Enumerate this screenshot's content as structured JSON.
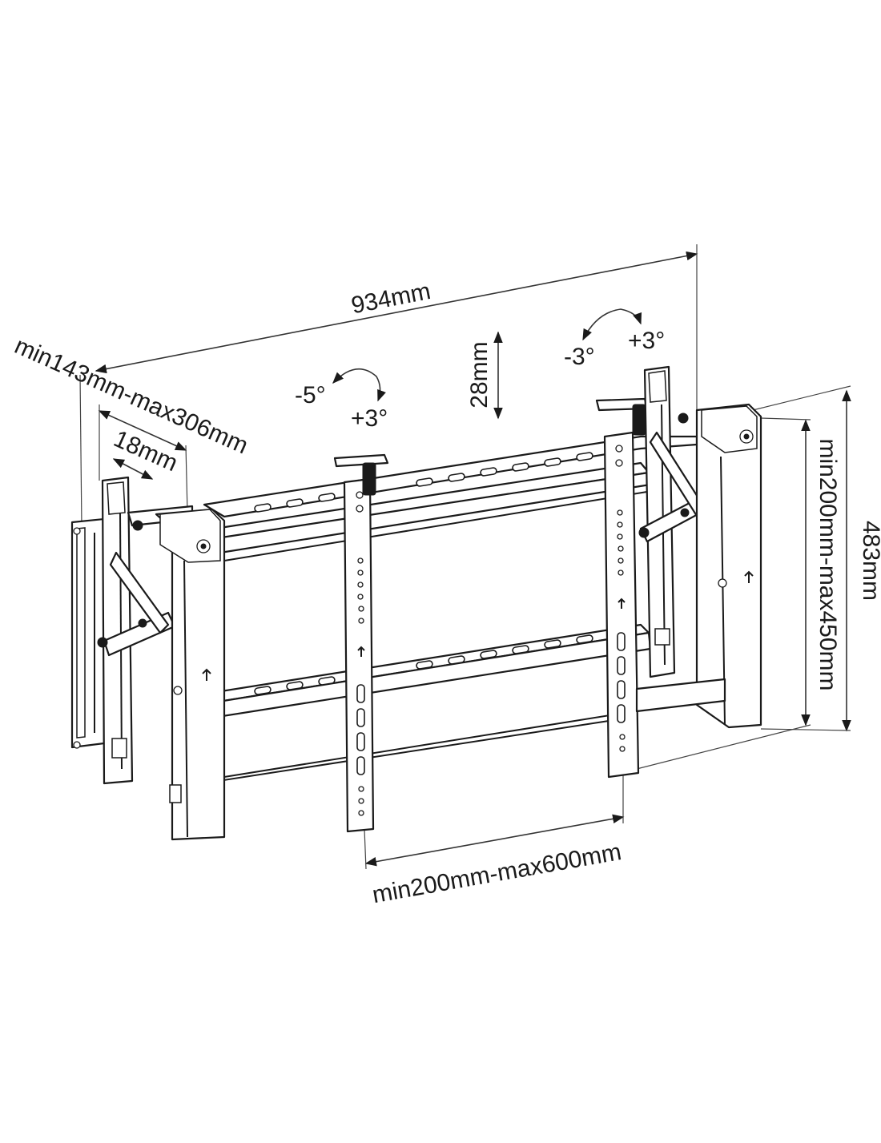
{
  "dimensions": {
    "overall_width": "934mm",
    "depth_range": "min143mm-max306mm",
    "thickness": "18mm",
    "pop_out": "28mm",
    "tilt_left_minus": "-5°",
    "tilt_left_plus": "+3°",
    "tilt_right_minus": "-3°",
    "tilt_right_plus": "+3°",
    "vertical_range": "min200mm-max450mm",
    "overall_height": "483mm",
    "horizontal_range": "min200mm-max600mm"
  }
}
